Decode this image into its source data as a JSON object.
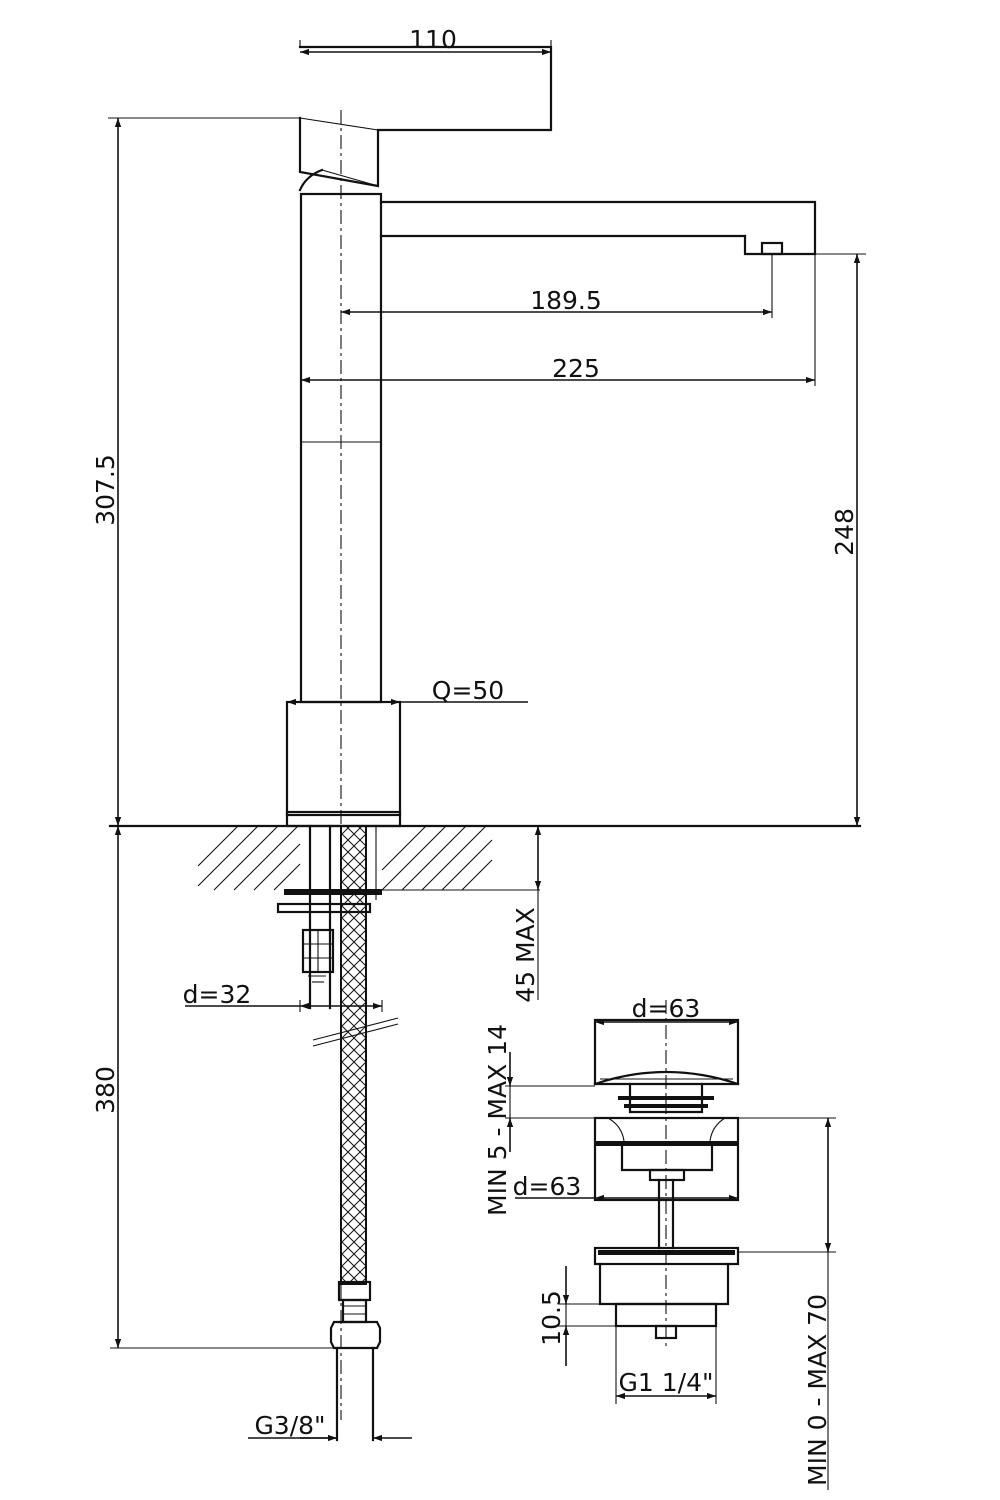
{
  "drawing": {
    "dimensions": {
      "handle_width": "110",
      "total_height": "307.5",
      "spout_reach_center": "189.5",
      "spout_reach_total": "225",
      "spout_height": "248",
      "body_square": "Q=50",
      "deck_thickness_max": "45 MAX",
      "hole_diameter": "d=32",
      "hose_length": "380",
      "hose_thread": "G3/8\"",
      "waste_cap_diameter": "d=63",
      "waste_flange_range": "MIN 5 - MAX 14",
      "waste_flange_diameter": "d=63",
      "waste_body_height": "10.5",
      "waste_thread": "G1 1/4\"",
      "waste_adjust_range": "MIN 0 - MAX 70"
    }
  }
}
